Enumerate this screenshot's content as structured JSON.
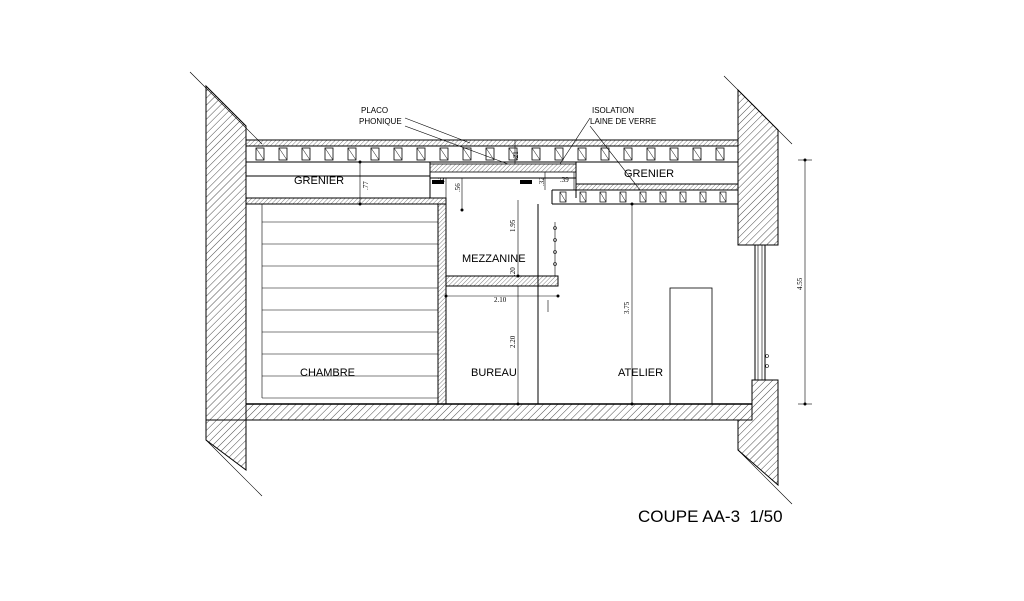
{
  "drawing": {
    "title": "COUPE AA-3  1/50",
    "rooms": {
      "grenier_left": "GRENIER",
      "grenier_right": "GRENIER",
      "mezzanine": "MEZZANINE",
      "chambre": "CHAMBRE",
      "bureau": "BUREAU",
      "atelier": "ATELIER"
    },
    "annotations": {
      "placo_line1": "PLACO",
      "placo_line2": "PHONIQUE",
      "isolation_line1": "ISOLATION",
      "isolation_line2": "LAINE DE VERRE"
    },
    "dimensions": {
      "d_77": ".77",
      "d_24": ".24",
      "d_56": ".56",
      "d_21": ".21",
      "d_32": ".32",
      "d_39": ".39",
      "d_195": "1.95",
      "d_20": ".20",
      "d_210": "2.10",
      "d_220": "2.20",
      "d_375": "3.75",
      "d_455": "4.55"
    }
  }
}
